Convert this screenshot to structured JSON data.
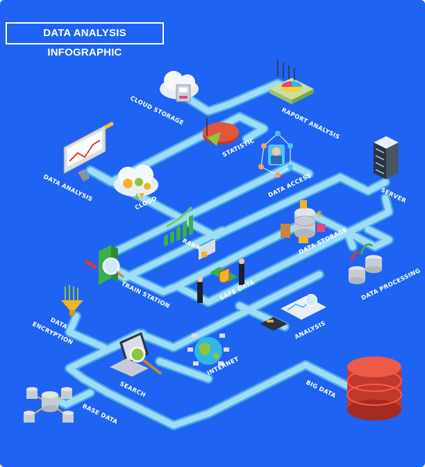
{
  "title": "DATA ANALYSIS INFOGRAPHIC",
  "colors": {
    "background": "#1f63f2",
    "pipe_main": "#9fdcf7",
    "pipe_edge": "#4aa6e8",
    "text": "#ffffff"
  },
  "labels": {
    "cloud_storage": "CLOUD STORAGE",
    "raport_analysis": "RAPORT ANALYSIS",
    "data_analysis": "DATA ANALYSIS",
    "statistic": "STATISTIC",
    "data_access": "DATA ACCESS",
    "cloud": "CLOUD",
    "server": "SERVER",
    "rank": "RANK",
    "data_storage": "DATA STORAGE",
    "train_station": "TRAIN STATION",
    "safe_data": "SAFE DATA",
    "data_processing": "DATA PROCESSING",
    "data_encryption_1": "DATA",
    "data_encryption_2": "ENCRYPTION",
    "analysis": "ANALYSIS",
    "internet": "INTERNET",
    "search": "SEARCH",
    "big_data": "BIG DATA",
    "base_data": "BASE DATA"
  },
  "icons": [
    "cloud-storage-icon",
    "raport-analysis-icon",
    "monitor-chart-icon",
    "pie-chart-icon",
    "data-access-network-icon",
    "cloud-gears-icon",
    "server-rack-icon",
    "rank-bar-chart-icon",
    "data-storage-icon",
    "train-station-icon",
    "safe-data-icon",
    "data-processing-icon",
    "data-encryption-funnel-icon",
    "analysis-calculator-icon",
    "internet-globe-icon",
    "search-laptop-icon",
    "big-data-database-icon",
    "base-data-network-icon"
  ]
}
